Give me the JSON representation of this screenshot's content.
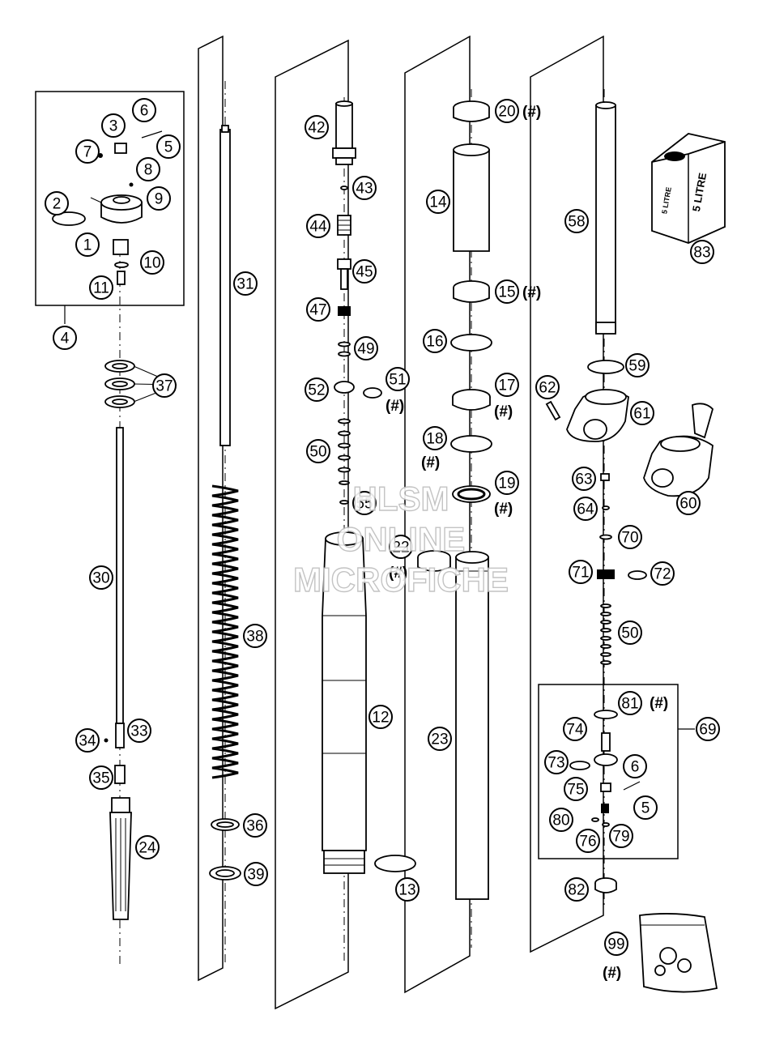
{
  "diagram": {
    "callouts": [
      {
        "n": "1"
      },
      {
        "n": "2"
      },
      {
        "n": "3"
      },
      {
        "n": "4"
      },
      {
        "n": "5"
      },
      {
        "n": "6"
      },
      {
        "n": "7"
      },
      {
        "n": "8"
      },
      {
        "n": "9"
      },
      {
        "n": "10"
      },
      {
        "n": "11"
      },
      {
        "n": "12"
      },
      {
        "n": "13"
      },
      {
        "n": "14"
      },
      {
        "n": "15"
      },
      {
        "n": "16"
      },
      {
        "n": "17"
      },
      {
        "n": "18"
      },
      {
        "n": "19"
      },
      {
        "n": "20"
      },
      {
        "n": "22"
      },
      {
        "n": "23"
      },
      {
        "n": "24"
      },
      {
        "n": "30"
      },
      {
        "n": "31"
      },
      {
        "n": "33"
      },
      {
        "n": "34"
      },
      {
        "n": "35"
      },
      {
        "n": "36"
      },
      {
        "n": "37"
      },
      {
        "n": "38"
      },
      {
        "n": "39"
      },
      {
        "n": "42"
      },
      {
        "n": "43"
      },
      {
        "n": "44"
      },
      {
        "n": "45"
      },
      {
        "n": "47"
      },
      {
        "n": "49"
      },
      {
        "n": "50"
      },
      {
        "n": "51"
      },
      {
        "n": "52"
      },
      {
        "n": "55"
      },
      {
        "n": "58"
      },
      {
        "n": "59"
      },
      {
        "n": "60"
      },
      {
        "n": "61"
      },
      {
        "n": "62"
      },
      {
        "n": "63"
      },
      {
        "n": "64"
      },
      {
        "n": "70"
      },
      {
        "n": "71"
      },
      {
        "n": "72"
      },
      {
        "n": "50"
      },
      {
        "n": "81"
      },
      {
        "n": "69"
      },
      {
        "n": "74"
      },
      {
        "n": "73"
      },
      {
        "n": "6"
      },
      {
        "n": "75"
      },
      {
        "n": "5"
      },
      {
        "n": "80"
      },
      {
        "n": "76"
      },
      {
        "n": "79"
      },
      {
        "n": "82"
      },
      {
        "n": "83"
      },
      {
        "n": "99"
      }
    ],
    "marks": [
      "(#)",
      "(#)",
      "(#)",
      "(#)",
      "(#)",
      "(#)",
      "(#)",
      "(#)",
      "(#)",
      "(#)"
    ],
    "can": {
      "label_front": "5 LITRE",
      "label_side": "5 LITRE"
    },
    "watermark": [
      "HLSM",
      "ONLINE",
      "MICROFICHE"
    ]
  }
}
